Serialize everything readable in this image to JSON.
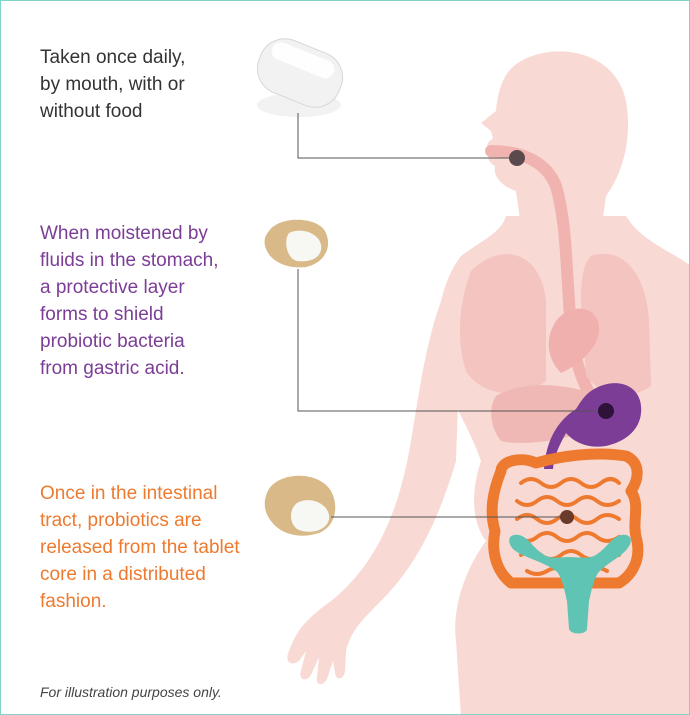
{
  "steps": [
    {
      "lines": [
        "Taken once daily,",
        "by mouth, with or",
        "without food"
      ],
      "color": "#333333"
    },
    {
      "lines": [
        "When moistened by",
        "fluids in the stomach,",
        "a protective layer",
        "forms to shield",
        "probiotic bacteria",
        "from gastric acid."
      ],
      "color": "#7b3d96"
    },
    {
      "lines": [
        "Once in the intestinal",
        "tract, probiotics are",
        "released from the tablet",
        "core in a distributed",
        "fashion."
      ],
      "color": "#ee7a30"
    }
  ],
  "footnote": "For illustration purposes only.",
  "colors": {
    "body": "#f9d9d4",
    "organs": "#f3bfbb",
    "stomach": "#7b3d96",
    "intestine": "#ee7a30",
    "uterus": "#5fc4b4",
    "frame": "#7fd3c9"
  }
}
